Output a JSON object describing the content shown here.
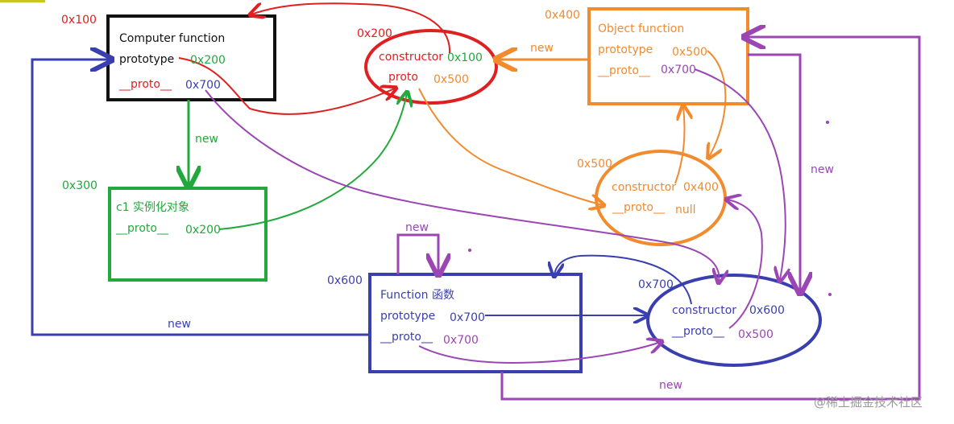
{
  "colors": {
    "black": "#111111",
    "red": "#e02020",
    "green": "#22a83c",
    "blue": "#3a3fb0",
    "orange": "#f28a2e",
    "purple": "#9b46b3",
    "grey": "#9a9a9a"
  },
  "nodes": {
    "computer": {
      "addr": "0x100",
      "title": "Computer function",
      "prototype_label": "prototype",
      "prototype_value": "0x200",
      "proto_label": "__proto__",
      "proto_value": "0x700"
    },
    "computer_proto": {
      "addr": "0x200",
      "constructor_label": "constructor",
      "constructor_value": "0x100",
      "proto_label": "proto",
      "proto_value": "0x500"
    },
    "object": {
      "addr": "0x400",
      "title": "Object function",
      "prototype_label": "prototype",
      "prototype_value": "0x500",
      "proto_label": "__proto__",
      "proto_value": "0x700"
    },
    "object_proto": {
      "addr": "0x500",
      "constructor_label": "constructor",
      "constructor_value": "0x400",
      "proto_label": "__proto__",
      "proto_value": "null"
    },
    "c1": {
      "addr": "0x300",
      "title": "c1  实例化对象",
      "proto_label": "__proto__",
      "proto_value": "0x200"
    },
    "function": {
      "addr": "0x600",
      "title": "Function 函数",
      "prototype_label": "prototype",
      "prototype_value": "0x700",
      "proto_label": "__proto__",
      "proto_value": "0x700"
    },
    "function_proto": {
      "addr": "0x700",
      "constructor_label": "constructor",
      "constructor_value": "0x600",
      "proto_label": "__proto__",
      "proto_value": "0x500"
    }
  },
  "edge_labels": {
    "new_computer_c1": "new",
    "new_object": "new",
    "new_function_self": "new",
    "new_function_computer": "new",
    "new_right": "new",
    "new_bottom": "new"
  },
  "watermark": "@稀土掘金技术社区"
}
